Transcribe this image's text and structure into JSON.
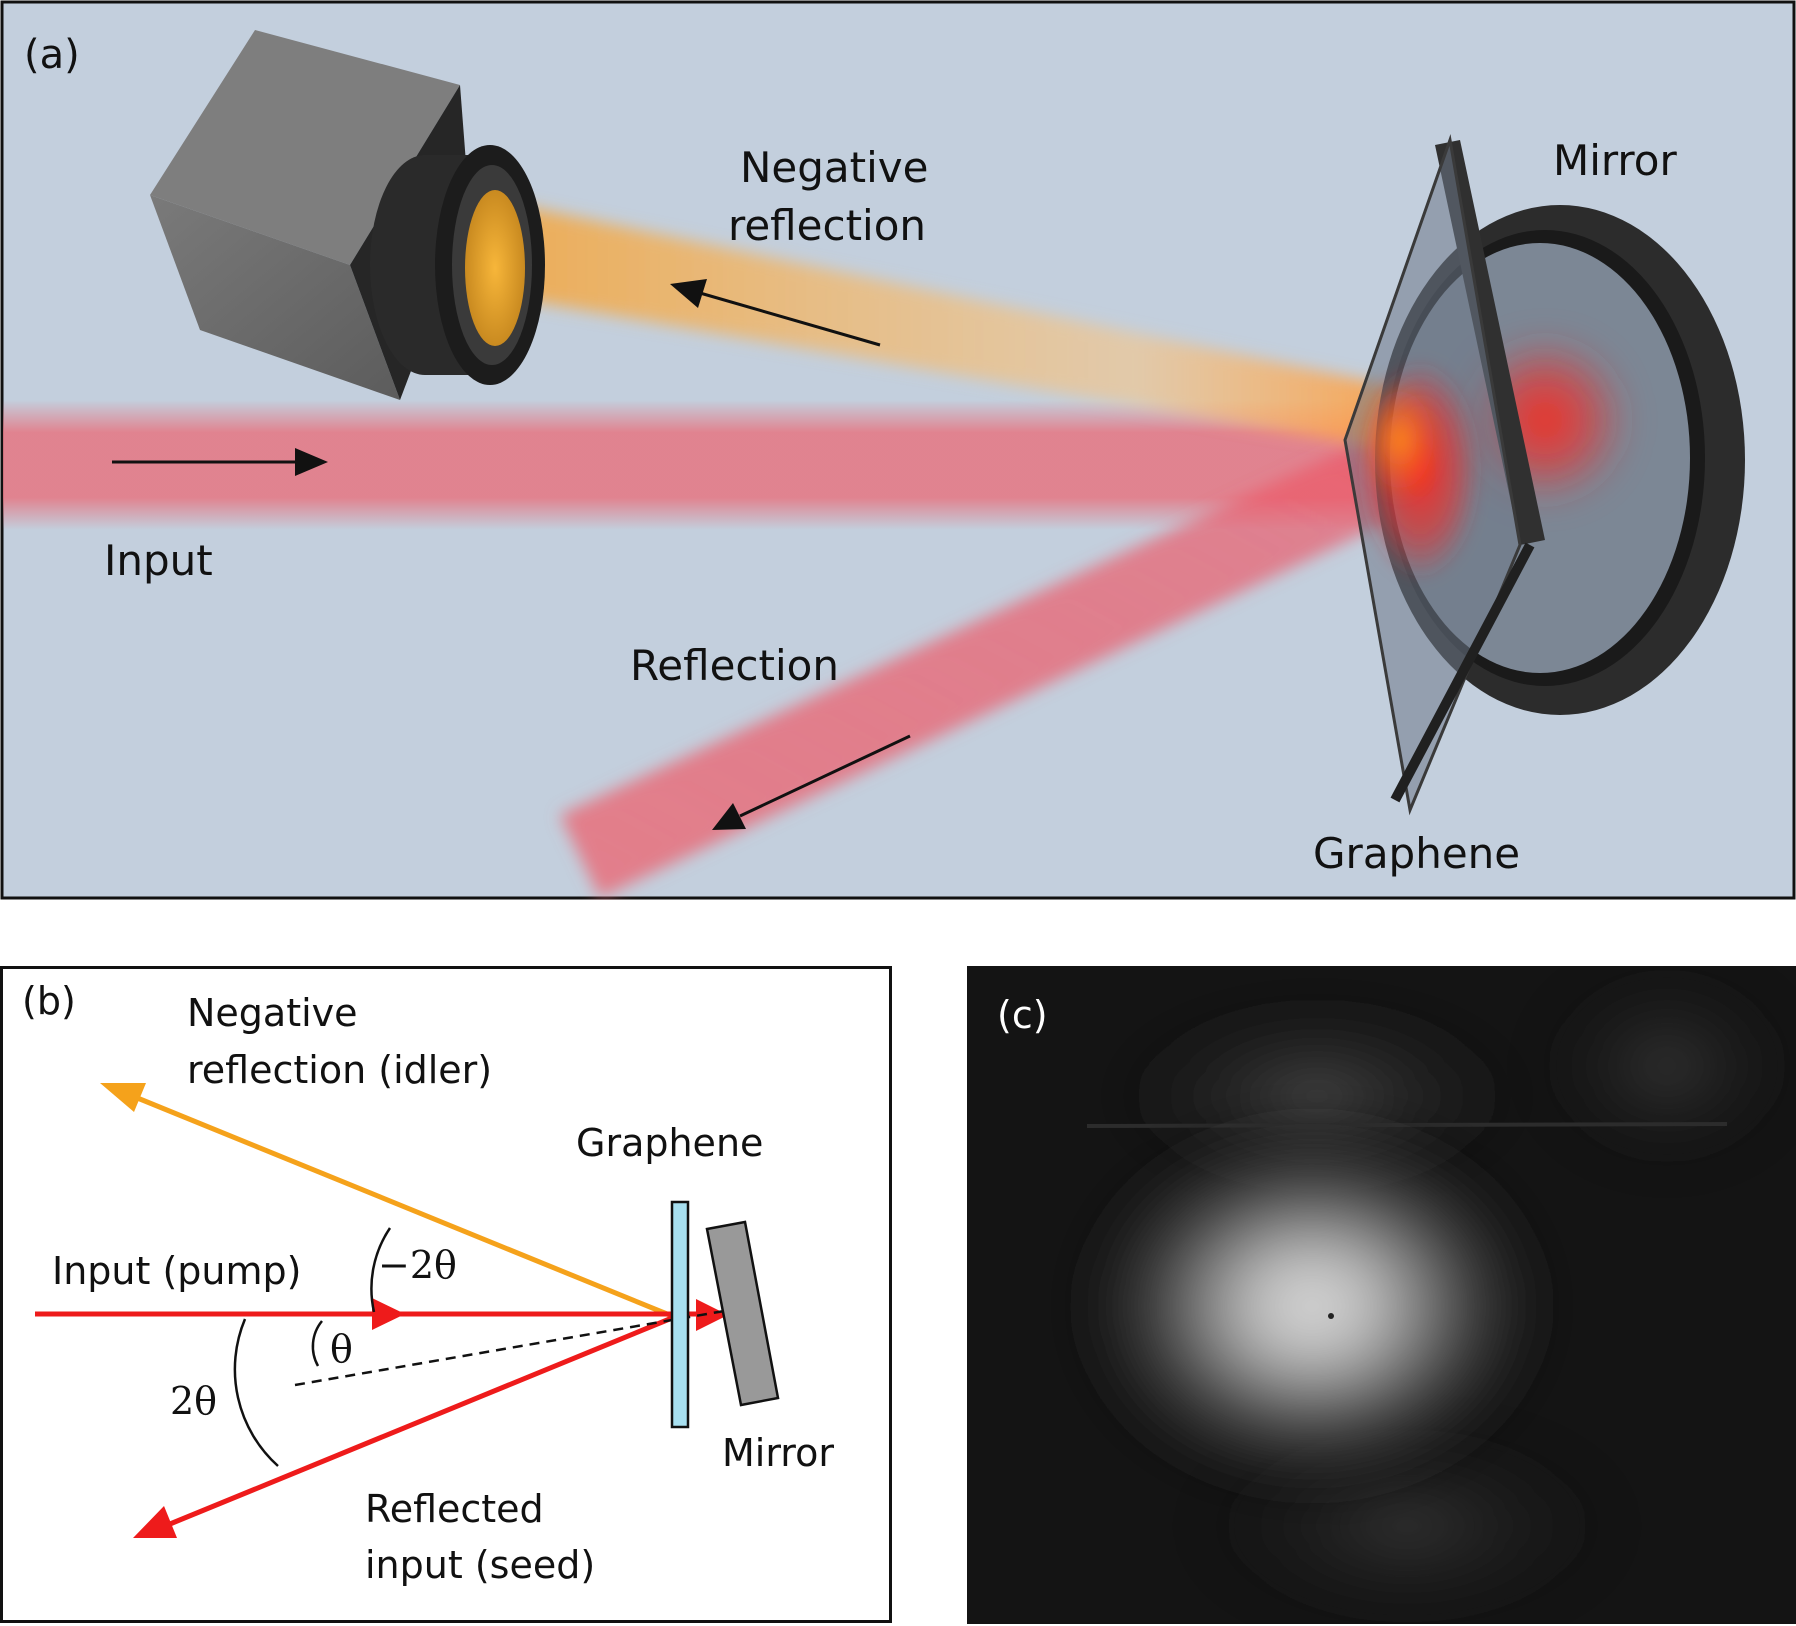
{
  "panel_a": {
    "label": "(a)",
    "labels": {
      "negative_reflection_line1": "Negative",
      "negative_reflection_line2": "reflection",
      "mirror": "Mirror",
      "input": "Input",
      "reflection": "Reflection",
      "graphene": "Graphene"
    },
    "colors": {
      "background": "#c3cfdd",
      "input_beam": "#e8707c",
      "negative_beam": "#f6b24a",
      "camera": "#6b6b6b",
      "mirror_mount": "#333333"
    }
  },
  "panel_b": {
    "label": "(b)",
    "labels": {
      "negative_line1": "Negative",
      "negative_line2": "reflection  (idler)",
      "graphene": "Graphene",
      "input": "Input (pump)",
      "minus_two_theta": "−2θ",
      "theta": "θ",
      "two_theta": "2θ",
      "mirror": "Mirror",
      "reflected_line1": "Reflected",
      "reflected_line2": "input (seed)"
    },
    "colors": {
      "idler": "#f5a21b",
      "pump": "#ee1b1b",
      "graphene": "#a8e0f0",
      "mirror": "#999999"
    }
  },
  "panel_c": {
    "label": "(c)"
  }
}
